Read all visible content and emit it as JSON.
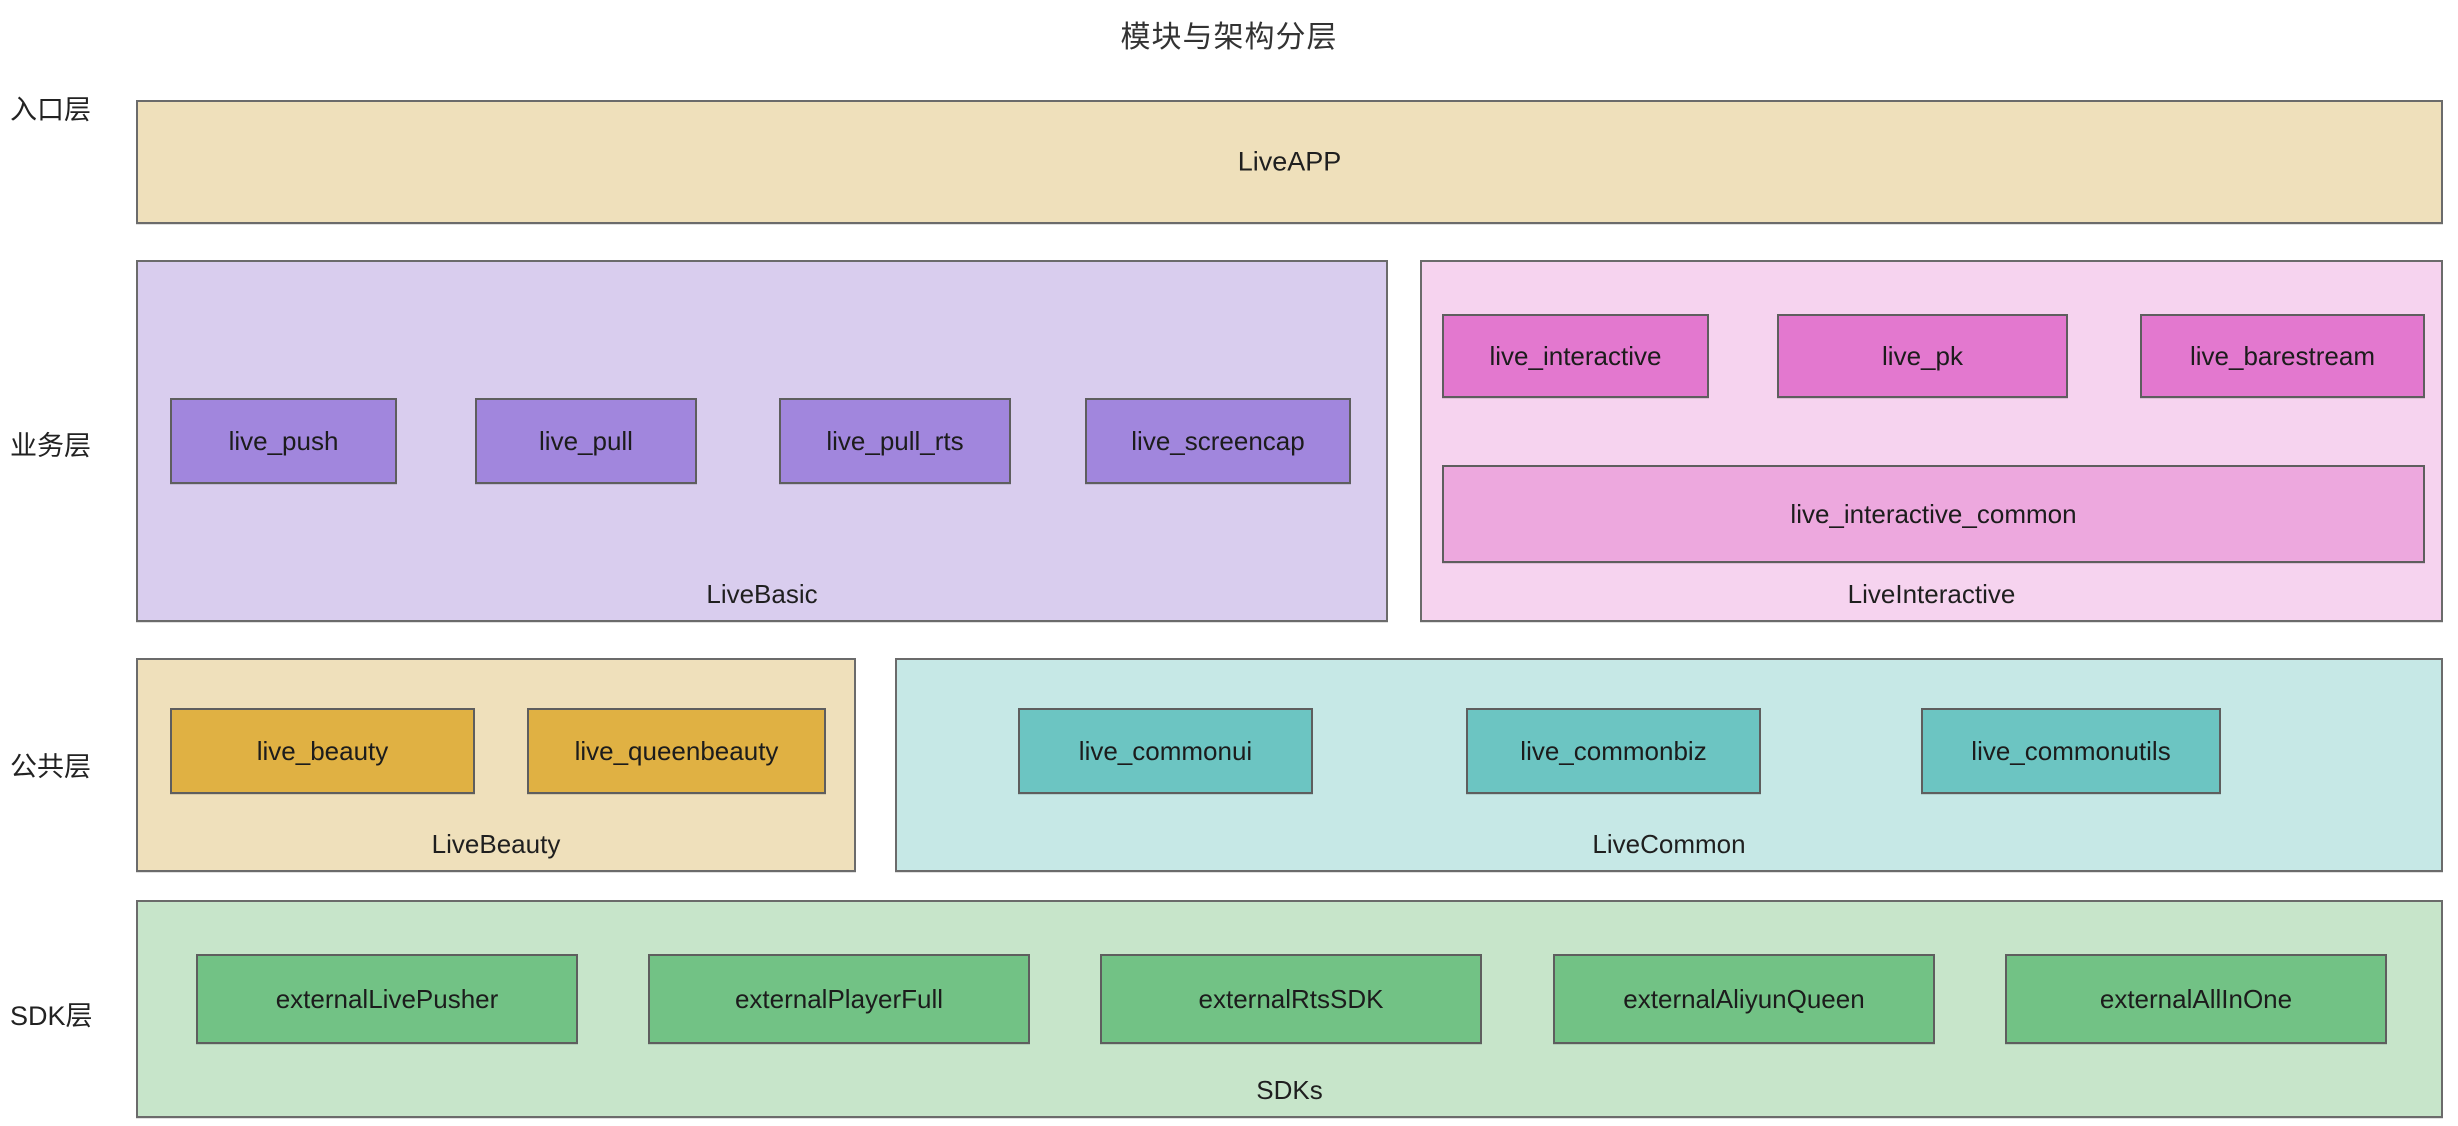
{
  "title": "模块与架构分层",
  "colors": {
    "entry_group": "#efe0bb",
    "basic_group": "#d9cdee",
    "basic_module": "#a186dd",
    "interactive_group": "#f6d3ef",
    "interactive_module": "#e378cf",
    "interactive_common_module": "#eda8de",
    "beauty_group": "#efe0bb",
    "beauty_module": "#e0b143",
    "common_group": "#c6e8e6",
    "common_module": "#6cc5c2",
    "sdk_group": "#c7e5ca",
    "sdk_module": "#72c285",
    "border": "#6b6b6b",
    "text": "#1f1f1f",
    "background": "#ffffff"
  },
  "layers": [
    {
      "label": "入口层",
      "groups": [
        {
          "caption": "",
          "center_label": "LiveAPP",
          "modules": []
        }
      ]
    },
    {
      "label": "业务层",
      "groups": [
        {
          "caption": "LiveBasic",
          "modules": [
            {
              "label": "live_push"
            },
            {
              "label": "live_pull"
            },
            {
              "label": "live_pull_rts"
            },
            {
              "label": "live_screencap"
            }
          ]
        },
        {
          "caption": "LiveInteractive",
          "modules": [
            {
              "label": "live_interactive"
            },
            {
              "label": "live_pk"
            },
            {
              "label": "live_barestream"
            },
            {
              "label": "live_interactive_common"
            }
          ]
        }
      ]
    },
    {
      "label": "公共层",
      "groups": [
        {
          "caption": "LiveBeauty",
          "modules": [
            {
              "label": "live_beauty"
            },
            {
              "label": "live_queenbeauty"
            }
          ]
        },
        {
          "caption": "LiveCommon",
          "modules": [
            {
              "label": "live_commonui"
            },
            {
              "label": "live_commonbiz"
            },
            {
              "label": "live_commonutils"
            }
          ]
        }
      ]
    },
    {
      "label": "SDK层",
      "groups": [
        {
          "caption": "SDKs",
          "modules": [
            {
              "label": "externalLivePusher"
            },
            {
              "label": "externalPlayerFull"
            },
            {
              "label": "externalRtsSDK"
            },
            {
              "label": "externalAliyunQueen"
            },
            {
              "label": "externalAllInOne"
            }
          ]
        }
      ]
    }
  ]
}
